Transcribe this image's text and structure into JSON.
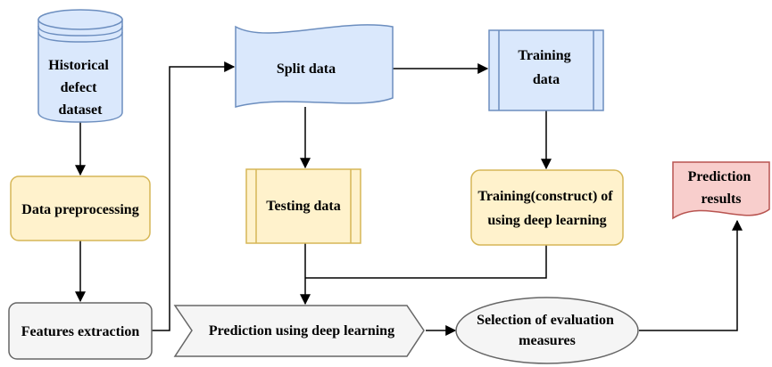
{
  "nodes": {
    "historical": {
      "lines": [
        "Historical",
        "defect",
        "dataset"
      ]
    },
    "preprocessing": {
      "lines": [
        "Data preprocessing"
      ]
    },
    "features": {
      "lines": [
        "Features extraction"
      ]
    },
    "split": {
      "lines": [
        "Split data"
      ]
    },
    "training_data": {
      "lines": [
        "Training",
        "data"
      ]
    },
    "testing_data": {
      "lines": [
        "Testing data"
      ]
    },
    "training_construct": {
      "lines": [
        "Training(construct) of",
        "using deep learning"
      ]
    },
    "prediction_dl": {
      "lines": [
        "Prediction using deep learning"
      ]
    },
    "selection": {
      "lines": [
        "Selection of evaluation",
        "measures"
      ]
    },
    "prediction_results": {
      "lines": [
        "Prediction",
        "results"
      ]
    }
  },
  "colors": {
    "blue_fill": "#dae8fc",
    "blue_stroke": "#6c8ebf",
    "yellow_fill": "#fff2cc",
    "yellow_stroke": "#d6b656",
    "gray_fill": "#f5f5f5",
    "gray_stroke": "#666666",
    "red_fill": "#f8cecc",
    "red_stroke": "#b85450"
  }
}
